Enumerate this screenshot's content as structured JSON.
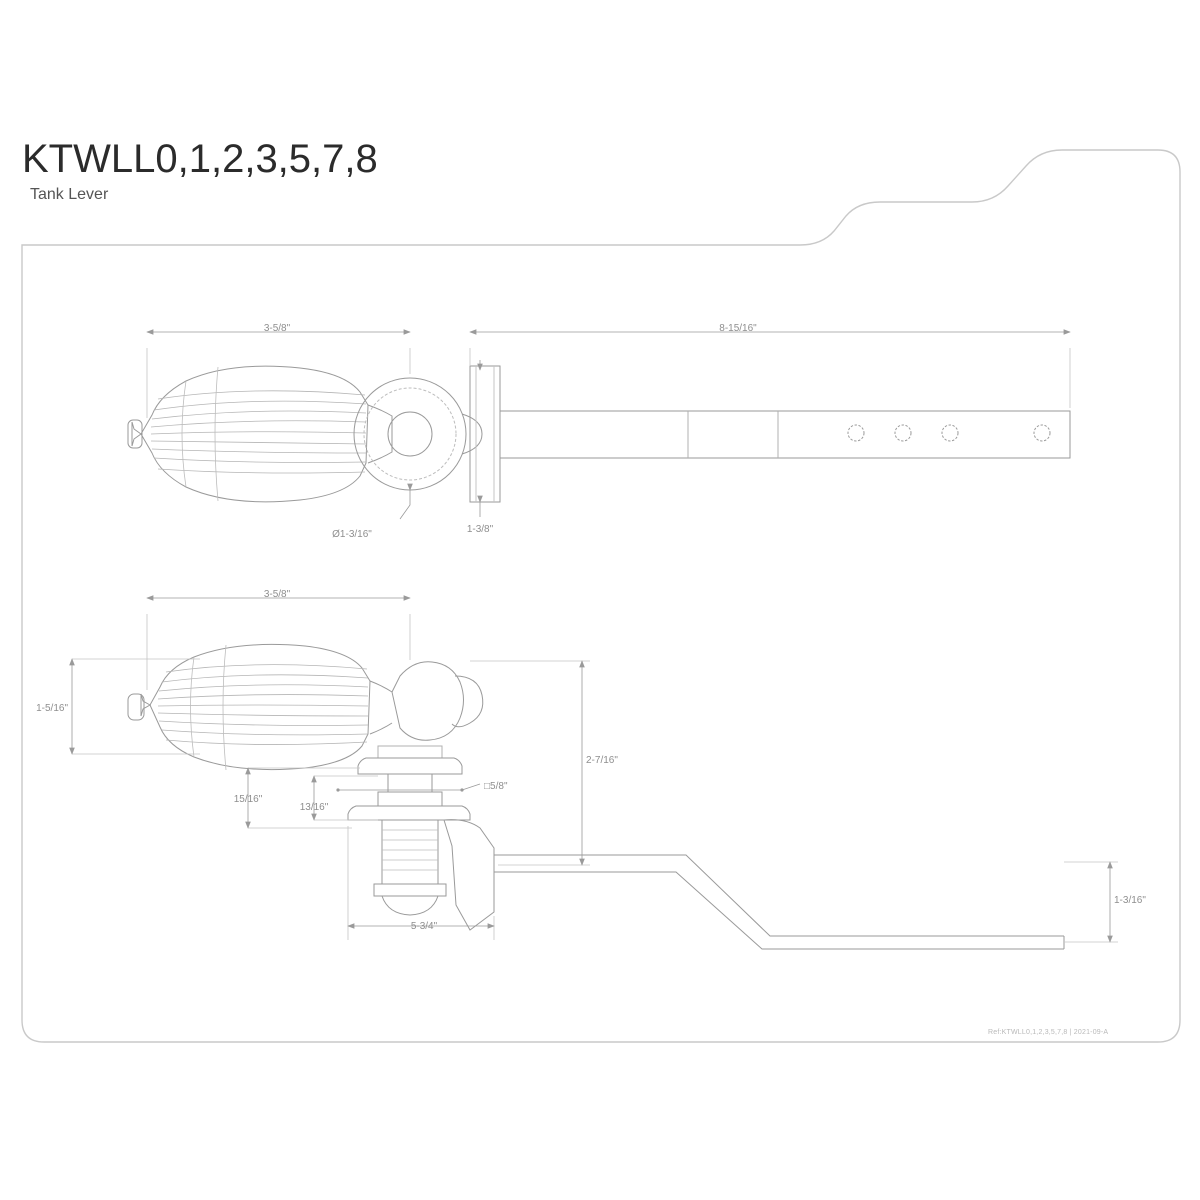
{
  "document": {
    "title": "KTWLL0,1,2,3,5,7,8",
    "subtitle": "Tank Lever",
    "reference": "Ref:KTWLL0,1,2,3,5,7,8 | 2021-09-A",
    "line_color": "#9a9a9a",
    "text_color": "#8e8e8e",
    "background": "#ffffff"
  },
  "views": {
    "top": {
      "name": "Top / Plan View",
      "description": "Fluted tank lever handle with circular hub, mounting collar and long flat arm with four adjustment holes"
    },
    "side": {
      "name": "Side / Elevation View",
      "description": "Fluted handle, ball hub, escutcheon flange, threaded shank with nut and bent lever arm"
    }
  },
  "dimensions": {
    "top_view": [
      {
        "id": "handle-length",
        "label": "3-5/8\"",
        "orientation": "horizontal"
      },
      {
        "id": "arm-length",
        "label": "8-15/16\"",
        "orientation": "horizontal"
      },
      {
        "id": "hub-diameter",
        "label": "Ø1-3/16\"",
        "orientation": "leader"
      },
      {
        "id": "collar-width",
        "label": "1-3/8\"",
        "orientation": "leader"
      }
    ],
    "side_view": [
      {
        "id": "handle-length-side",
        "label": "3-5/8\"",
        "orientation": "horizontal"
      },
      {
        "id": "handle-height",
        "label": "1-5/16\"",
        "orientation": "vertical"
      },
      {
        "id": "shank-offset",
        "label": "15/16\"",
        "orientation": "vertical"
      },
      {
        "id": "thread-length",
        "label": "13/16\"",
        "orientation": "vertical"
      },
      {
        "id": "square-shank",
        "label": "□5/8\"",
        "orientation": "leader"
      },
      {
        "id": "overall-height",
        "label": "2-7/16\"",
        "orientation": "vertical"
      },
      {
        "id": "lever-reach",
        "label": "5-3/4\"",
        "orientation": "horizontal"
      },
      {
        "id": "arm-drop",
        "label": "1-3/16\"",
        "orientation": "vertical"
      }
    ]
  }
}
